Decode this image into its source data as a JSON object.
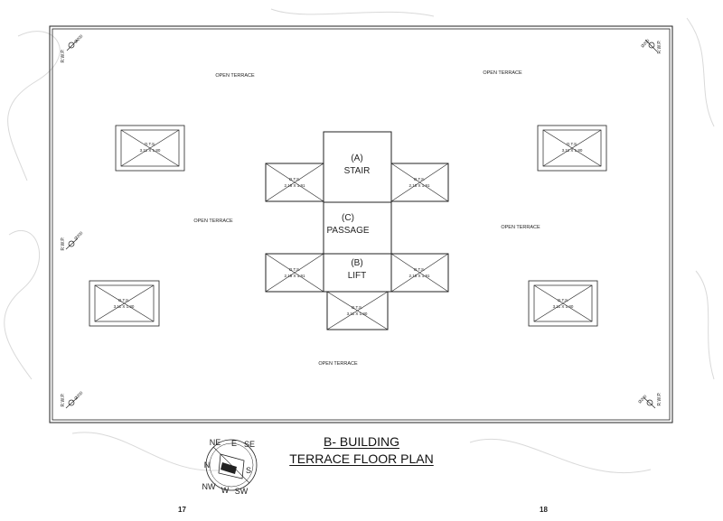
{
  "title": {
    "line1": "B- BUILDING",
    "line2": "TERRACE FLOOR PLAN"
  },
  "pages": {
    "left": "17",
    "right": "18"
  },
  "terrace_label": "OPEN TERRACE",
  "rooms": {
    "stair": {
      "letter": "(A)",
      "name": "STAIR"
    },
    "passage": {
      "letter": "(C)",
      "name": "PASSAGE"
    },
    "lift": {
      "letter": "(B)",
      "name": "LIFT"
    }
  },
  "ots": {
    "label": "O.T.S.",
    "dim_large": "3.11 X 1.80",
    "dim_small": "2.18 X 1.91"
  },
  "rwp": {
    "label": "R.W.P.",
    "size": "Ø200"
  },
  "compass": [
    "NE",
    "E",
    "SE",
    "N",
    "S",
    "NW",
    "W",
    "SW"
  ],
  "colors": {
    "line": "#222222",
    "contour": "#d9d9d9",
    "background": "#ffffff"
  }
}
